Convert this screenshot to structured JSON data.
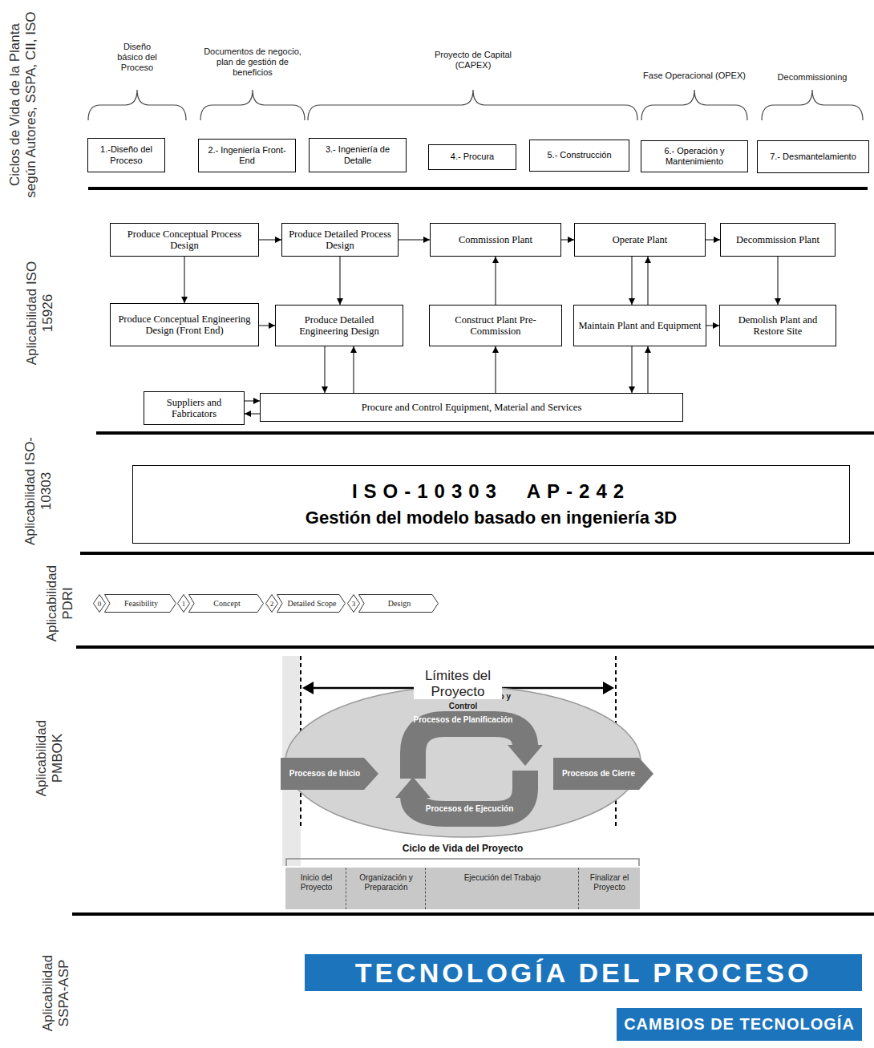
{
  "diagram": {
    "nodes": [
      {
        "text": [
          "1.-Diseño del Proceso"
        ]
      },
      {
        "text": [
          "2.- Ingeniería Front-End"
        ]
      },
      {
        "text": [
          "3.- Ingeniería de Detalle"
        ]
      },
      {
        "text": [
          "4.- Procura"
        ]
      },
      {
        "text": [
          "5.- Construcción"
        ]
      },
      {
        "text": [
          "6.- Operación y Mantenimiento"
        ]
      },
      {
        "text": [
          "7.- Desmantelamiento"
        ]
      },
      {
        "text": [
          "Produce Conceptual Process Design"
        ]
      },
      {
        "text": [
          "Produce Detailed Process Design"
        ]
      },
      {
        "text": [
          "Commission Plant"
        ]
      },
      {
        "text": [
          "Operate Plant"
        ]
      },
      {
        "text": [
          "Decommission Plant"
        ]
      },
      {
        "text": [
          "Produce Conceptual Engineering Design (Front End)"
        ]
      },
      {
        "text": [
          "Produce Detailed Engineering Design"
        ]
      },
      {
        "text": [
          "Construct Plant Pre-Commission"
        ]
      },
      {
        "text": [
          "Maintain Plant and Equipment"
        ]
      },
      {
        "text": [
          "Demolish Plant and Restore Site"
        ]
      },
      {
        "text": [
          "Suppliers and Fabricators"
        ]
      },
      {
        "text": [
          "Procure and Control Equipment, Material and Services"
        ]
      },
      {
        "text": [
          "ISO-10303 AP-242",
          "Gestión del modelo basado en ingeniería 3D"
        ]
      },
      {
        "text": [
          "0"
        ]
      },
      {
        "text": [
          "Feasibility"
        ]
      },
      {
        "text": [
          "1"
        ]
      },
      {
        "text": [
          "Concept"
        ]
      },
      {
        "text": [
          "2"
        ]
      },
      {
        "text": [
          "Detailed Scope"
        ]
      },
      {
        "text": [
          "3"
        ]
      },
      {
        "text": [
          "Design"
        ]
      },
      {
        "text": [
          "Procesos de Monitoreo y Control",
          "Procesos de Planificación",
          "Procesos de Ejecución"
        ]
      },
      {
        "text": [
          "Procesos de Inicio"
        ]
      },
      {
        "text": [
          "Procesos de Cierre"
        ]
      },
      {
        "text": [
          "Inicio del Proyecto"
        ]
      },
      {
        "text": [
          "Organización y Preparación"
        ]
      },
      {
        "text": [
          "Ejecución del Trabajo"
        ]
      },
      {
        "text": [
          "Finalizar el Proyecto"
        ]
      },
      {
        "text": [
          "TECNOLOGÍA DEL PROCESO"
        ]
      },
      {
        "text": [
          "CAMBIOS DE TECNOLOGÍA"
        ]
      }
    ],
    "edges": [
      {
        "from": 7,
        "to": 8,
        "arrow": "to"
      },
      {
        "from": 8,
        "to": 9,
        "arrow": "to"
      },
      {
        "from": 9,
        "to": 10,
        "arrow": "to"
      },
      {
        "from": 10,
        "to": 11,
        "arrow": "to"
      },
      {
        "from": 7,
        "to": 12,
        "arrow": "to"
      },
      {
        "from": 12,
        "to": 13,
        "arrow": "to"
      },
      {
        "from": 8,
        "to": 13,
        "arrow": "to"
      },
      {
        "from": 14,
        "to": 9,
        "arrow": "to"
      },
      {
        "from": 10,
        "to": 15,
        "arrow": "to"
      },
      {
        "from": 15,
        "to": 10,
        "arrow": "to"
      },
      {
        "from": 15,
        "to": 16,
        "arrow": "to"
      },
      {
        "from": 11,
        "to": 16,
        "arrow": "to"
      },
      {
        "from": 13,
        "to": 18,
        "arrow": "to"
      },
      {
        "from": 18,
        "to": 13,
        "arrow": "to"
      },
      {
        "from": 18,
        "to": 14,
        "arrow": "to"
      },
      {
        "from": 15,
        "to": 18,
        "arrow": "to"
      },
      {
        "from": 18,
        "to": 15,
        "arrow": "to"
      },
      {
        "from": 17,
        "to": 18,
        "arrow": "to"
      },
      {
        "from": 18,
        "to": 17,
        "arrow": "to"
      }
    ],
    "labels": [
      "Ciclos de Vida de la Planta según Autores, SSPA, CII, ISO",
      "Diseño básico del Proceso",
      "Documentos de negocio, plan de gestión de beneficios",
      "Proyecto de Capital (CAPEX)",
      "Fase Operacional (OPEX)",
      "Decommissioning",
      "Aplicabilidad ISO 15926",
      "Aplicabilidad ISO-10303",
      "Aplicabilidad PDRI",
      "Límites del Proyecto",
      "Ciclo de Vida del Proyecto",
      "Aplicabilidad PMBOK",
      "Aplicabilidad SSPA-ASP"
    ]
  }
}
